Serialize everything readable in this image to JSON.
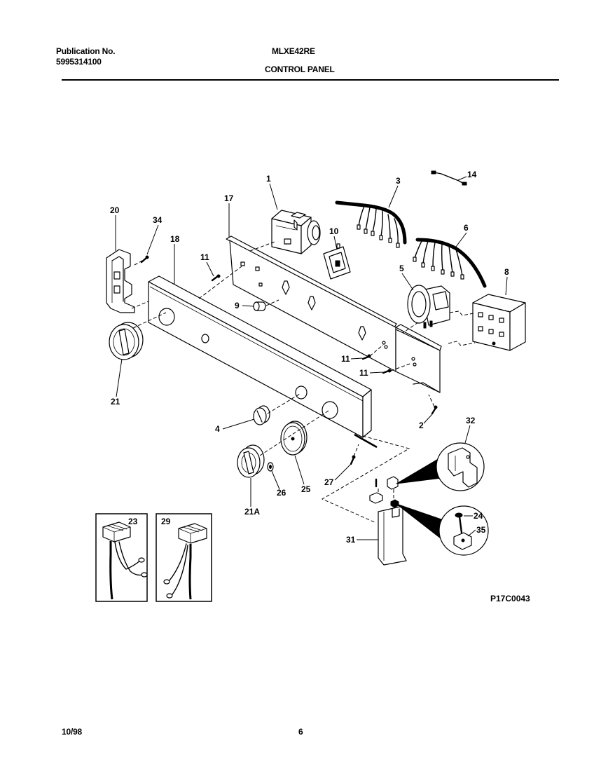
{
  "header": {
    "publication_label": "Publication No.",
    "publication_number": "5995314100",
    "model_number": "MLXE42RE",
    "section_title": "CONTROL PANEL"
  },
  "diagram": {
    "figure_code": "P17C0043",
    "callouts": [
      "1",
      "3",
      "14",
      "17",
      "20",
      "34",
      "18",
      "10",
      "6",
      "11",
      "5",
      "8",
      "9",
      "11",
      "11",
      "21",
      "4",
      "2",
      "32",
      "27",
      "25",
      "26",
      "21A",
      "23",
      "29",
      "24",
      "35",
      "31"
    ]
  },
  "footer": {
    "date": "10/98",
    "page_number": "6"
  }
}
